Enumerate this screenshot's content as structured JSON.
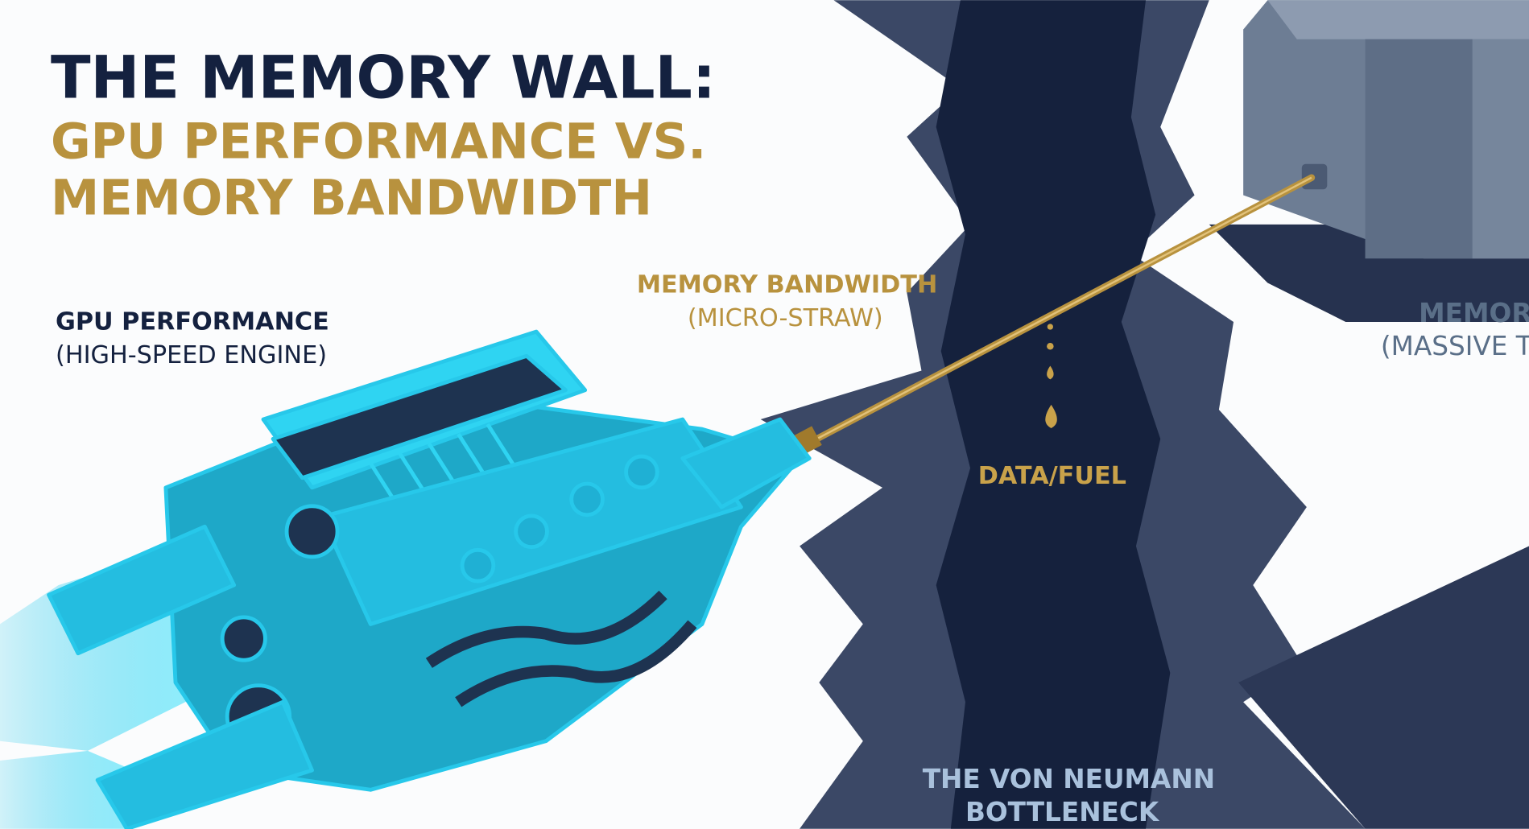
{
  "title": {
    "line1": "THE MEMORY WALL:",
    "line2": "GPU PERFORMANCE VS.",
    "line3": "MEMORY BANDWIDTH"
  },
  "labels": {
    "gpu": {
      "name": "GPU PERFORMANCE",
      "sub": "(HIGH-SPEED ENGINE)"
    },
    "bandwidth": {
      "name": "MEMORY BANDWIDTH",
      "sub": "(MICRO-STRAW)"
    },
    "fuel": "DATA/FUEL",
    "memory": {
      "name": "MEMORY",
      "sub": "(MASSIVE TA"
    },
    "bottleneck": {
      "line1": "THE VON NEUMANN",
      "line2": "BOTTLENECK"
    }
  },
  "colors": {
    "navy": "#14213f",
    "gold": "#b8923e",
    "cyan": "#27c8ea",
    "wall": "#3b4866",
    "slate": "#5a6f88"
  }
}
